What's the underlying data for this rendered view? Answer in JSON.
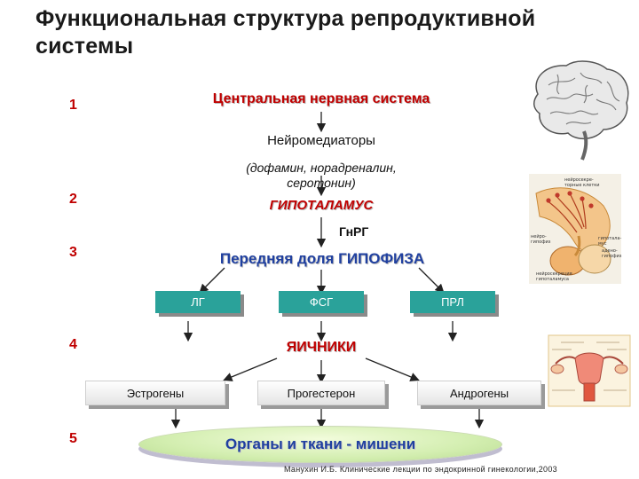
{
  "title": "Функциональная структура репродуктивной системы",
  "levels": [
    "1",
    "2",
    "3",
    "4",
    "5"
  ],
  "nodes": {
    "cns": "Центральная нервная система",
    "neuro": "Нейромедиаторы",
    "neuro_detail_1": "(дофамин, норадреналин,",
    "neuro_detail_2": "серотонин)",
    "hypothalamus": "ГИПОТАЛАМУС",
    "gnrh": "ГнРГ",
    "pituitary": "Передняя доля ГИПОФИЗА",
    "hormones": [
      "ЛГ",
      "ФСГ",
      "ПРЛ"
    ],
    "ovaries": "ЯИЧНИКИ",
    "ovarian_hormones": [
      "Эстрогены",
      "Прогестерон",
      "Андрогены"
    ],
    "targets": "Органы и ткани - мишени"
  },
  "hypothalamus_image_labels": {
    "neurosecret": "нейросекре-торные клетки",
    "adeno": "адено-гипофиз",
    "neuro_hypo": "нейро-гипофиз",
    "hypothal_vessels": "гипотала-мус",
    "neurosecretion": "нейросекреция гипоталамуса"
  },
  "citation": "Манухин И.Б. Клинические лекции по эндокринной гинекологии,2003"
}
